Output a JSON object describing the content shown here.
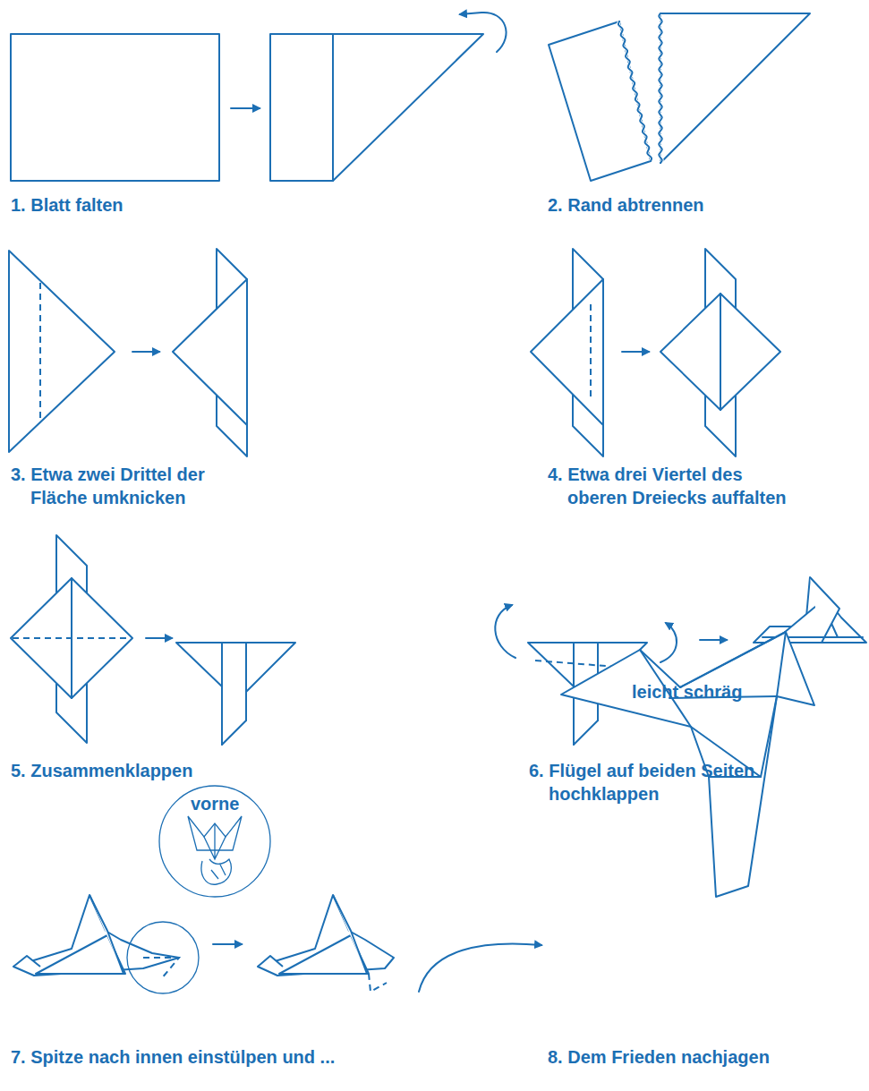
{
  "diagram": {
    "labels": [
      "1. Blatt falten",
      "2. Rand abtrennen",
      "3. Etwa zwei Drittel der Fläche umknicken",
      "4. Etwa drei Viertel des oberen Dreiecks auffalten",
      "5. Zusammenklappen",
      "6. Flügel auf beiden Seiten hochklappen",
      "leicht schräg",
      "vorne",
      "7. Spitze nach innen einstülpen und ...",
      "8. Dem Frieden nachjagen"
    ]
  }
}
